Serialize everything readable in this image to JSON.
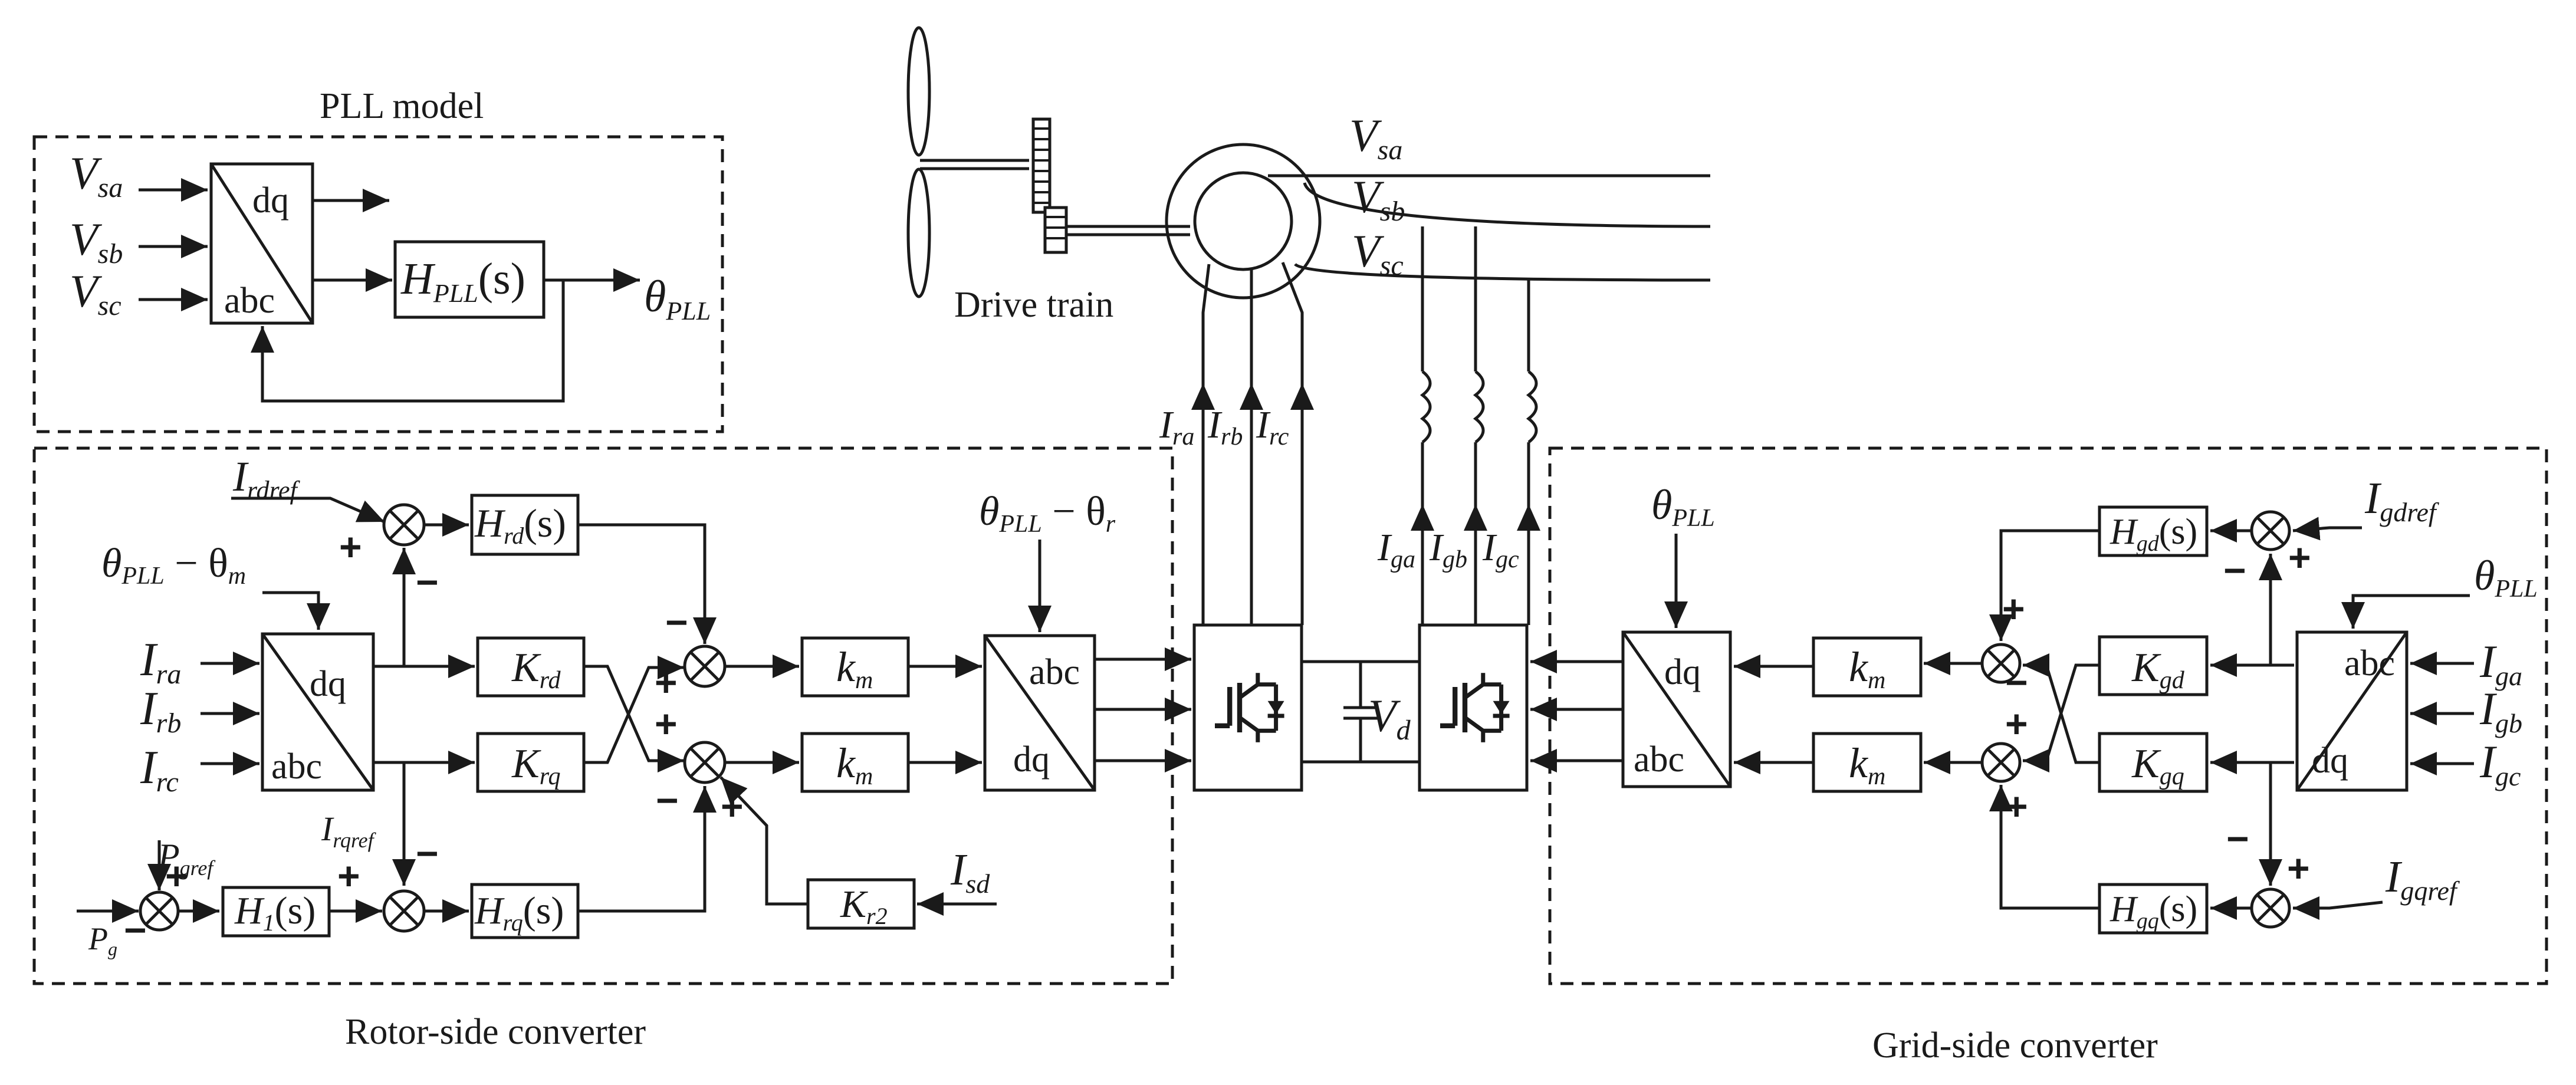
{
  "regions": {
    "pll_title": "PLL model",
    "rsc_title": "Rotor-side converter",
    "gsc_title": "Grid-side converter",
    "drive_train": "Drive train"
  },
  "blocks": {
    "dq": "dq",
    "abc": "abc",
    "h_pll": "H",
    "h_pll_sub": "PLL",
    "s_arg": "(s)",
    "h_rd": "H",
    "h_rd_sub": "rd",
    "h_rq": "H",
    "h_rq_sub": "rq",
    "h_1": "H",
    "h_1_sub": "1",
    "k_rd": "K",
    "k_rd_sub": "rd",
    "k_rq": "K",
    "k_rq_sub": "rq",
    "k_r2": "K",
    "k_r2_sub": "r2",
    "k_m": "k",
    "k_m_sub": "m",
    "h_gd": "H",
    "h_gd_sub": "gd",
    "h_gq": "H",
    "h_gq_sub": "gq",
    "k_gd": "K",
    "k_gd_sub": "gd",
    "k_gq": "K",
    "k_gq_sub": "gq"
  },
  "signals": {
    "V": "V",
    "I": "I",
    "P": "P",
    "theta": "θ",
    "sa": "sa",
    "sb": "sb",
    "sc": "sc",
    "pll": "PLL",
    "ra": "ra",
    "rb": "rb",
    "rc": "rc",
    "ga": "ga",
    "gb": "gb",
    "gc": "gc",
    "rdref": "rdref",
    "rqref": "rqref",
    "gdref": "gdref",
    "gqref": "gqref",
    "gref": "gref",
    "g": "g",
    "sd": "sd",
    "d": "d",
    "minus_theta_m": " − θ",
    "m": "m",
    "minus_theta_r": " − θ",
    "r": "r"
  },
  "signs": {
    "plus": "+",
    "minus": "−"
  },
  "colors": {
    "stroke": "#1a1a1a",
    "background": "#ffffff"
  }
}
